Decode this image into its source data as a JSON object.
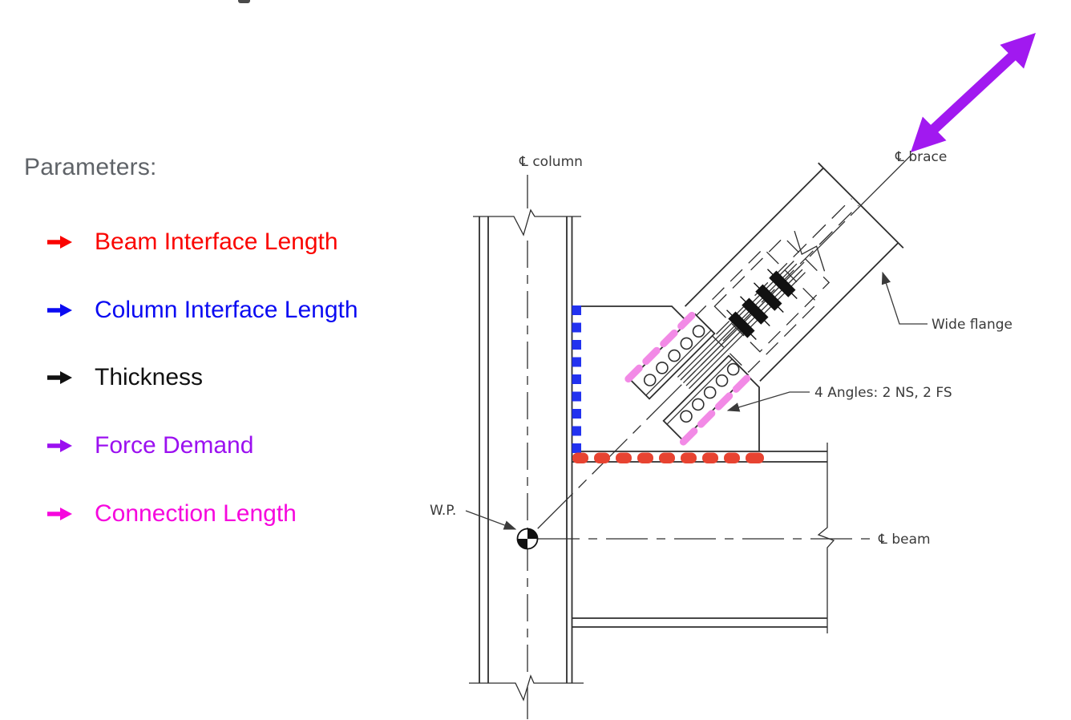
{
  "colors": {
    "red": "#fa0400",
    "blue": "#0b0bf2",
    "black": "#111111",
    "purple": "#9b10f0",
    "magenta": "#f607dd",
    "red_dash": "#e74331",
    "blue_dash": "#2232f0",
    "pink_dash": "#f28ae6",
    "purple_arrow": "#a119f0",
    "line": "#2e2e2e",
    "label": "#3a3a3a",
    "heading_gray": "#5f6368"
  },
  "parameters_panel": {
    "heading": "Parameters:",
    "bullet_icon": "arrow-right",
    "items": [
      {
        "label": "Beam Interface Length",
        "color": "#fa0400"
      },
      {
        "label": "Column Interface Length",
        "color": "#0b0bf2"
      },
      {
        "label": "Thickness",
        "color": "#111111"
      },
      {
        "label": "Force Demand",
        "color": "#9b10f0"
      },
      {
        "label": "Connection Length",
        "color": "#f607dd"
      }
    ]
  },
  "diagram": {
    "labels": {
      "cl_column": "℄ column",
      "cl_brace": "℄ brace",
      "cl_beam": "℄ beam",
      "work_point": "W.P.",
      "wide_flange": "Wide flange",
      "angles_note": "4 Angles: 2 NS, 2 FS"
    },
    "marks": {
      "beam_interface_marks": 9,
      "column_interface_marks": 9,
      "bolt_marks": 4,
      "bolt_holes_per_angle": 5
    }
  }
}
